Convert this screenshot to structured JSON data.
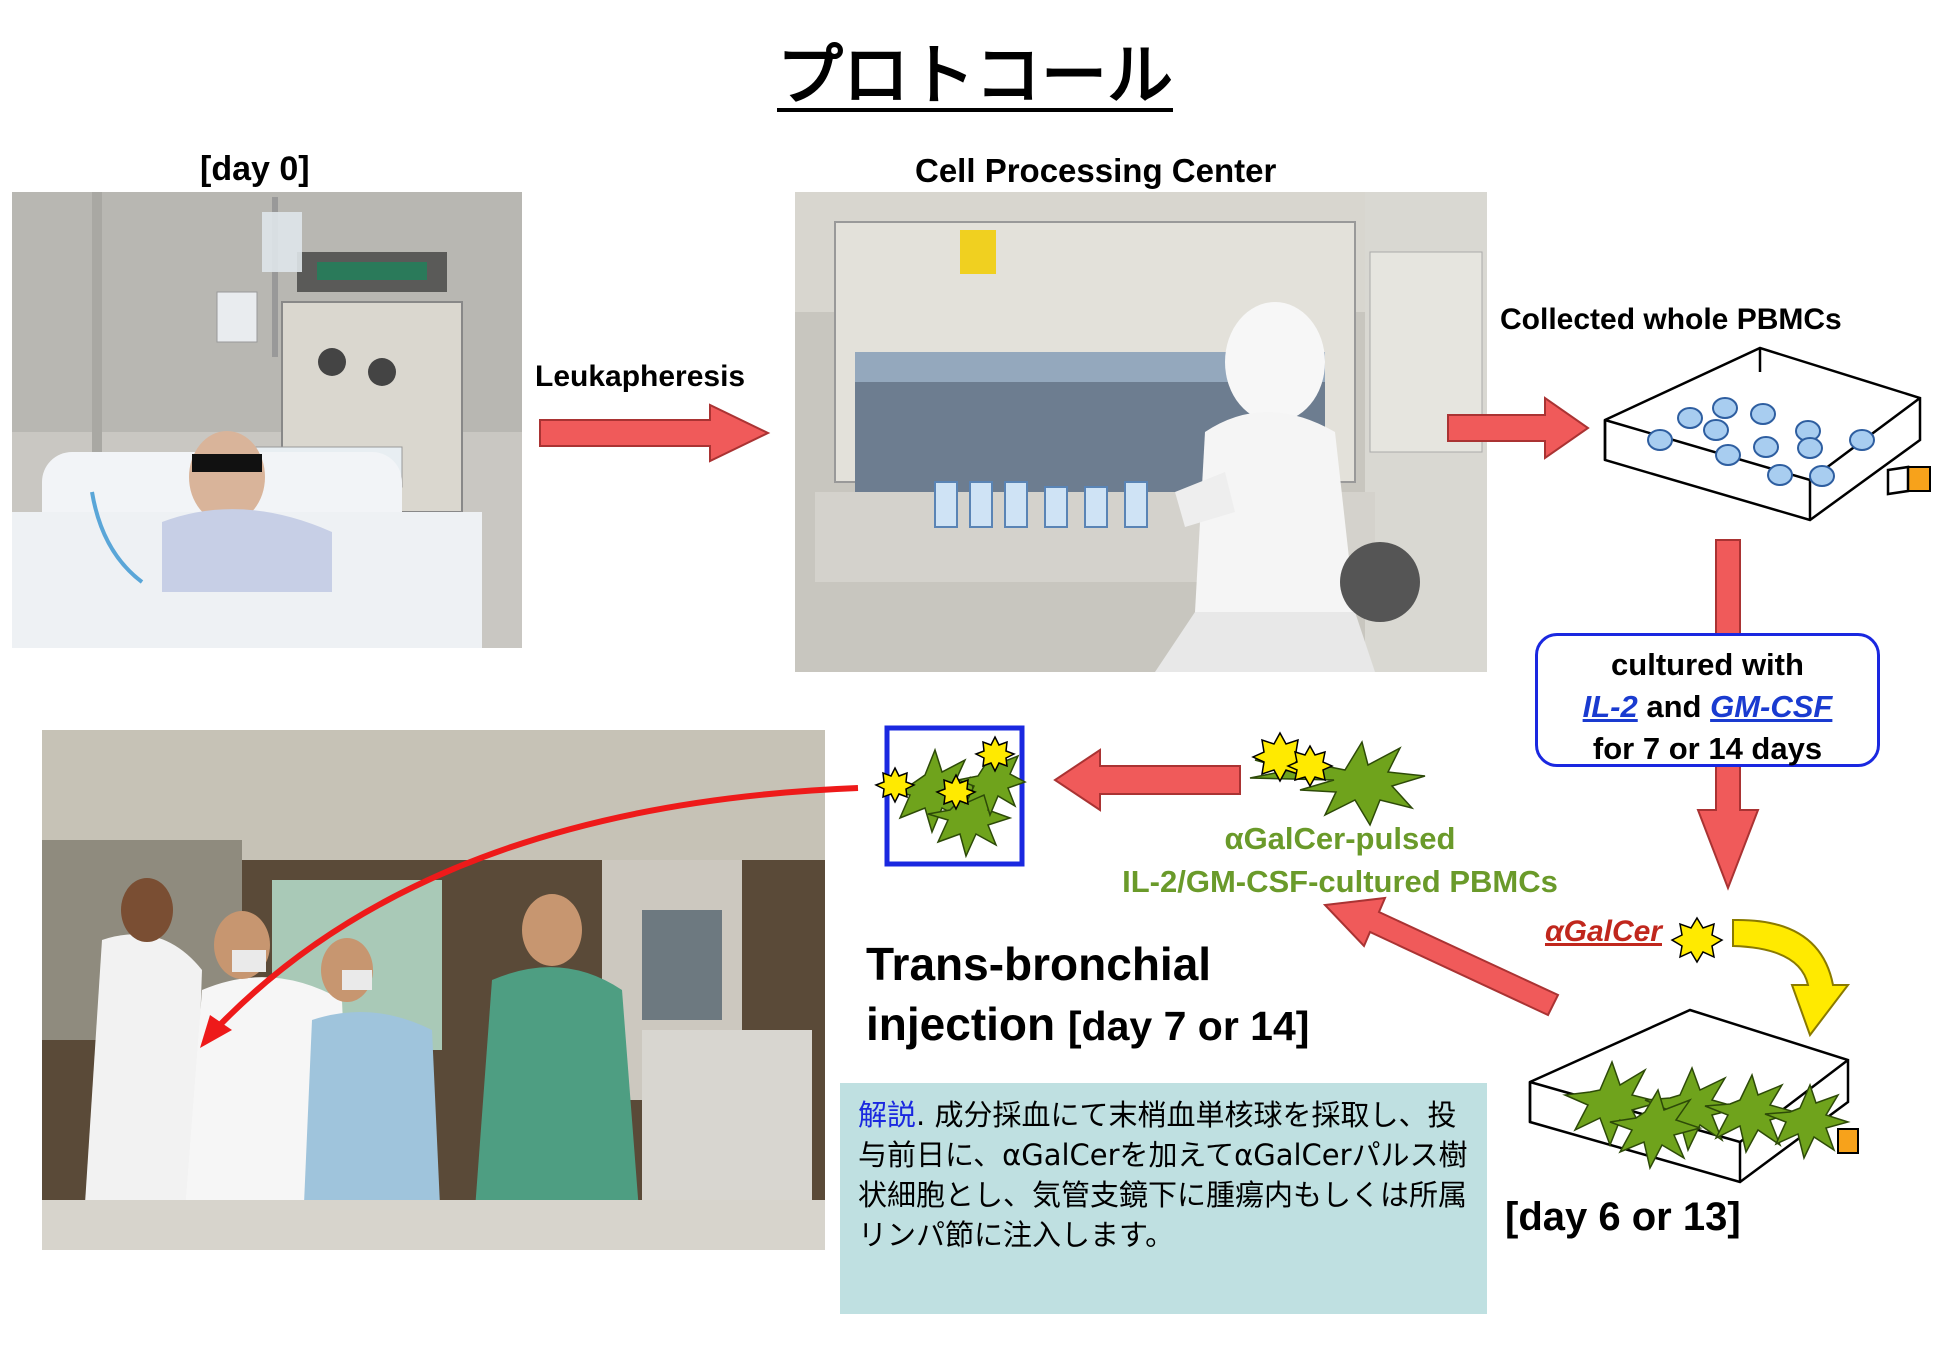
{
  "title": "プロトコール",
  "labels": {
    "day0": "[day 0]",
    "cpc": "Cell Processing Center",
    "leukapheresis": "Leukapheresis",
    "collected": "Collected whole PBMCs",
    "day_6_13": "[day 6 or 13]"
  },
  "culture": {
    "line1": "cultured with",
    "il2": "IL-2",
    "and": "and",
    "gmcsf": "GM-CSF",
    "line3": "for 7 or 14 days"
  },
  "agalcer_label": "αGalCer",
  "pulsed": {
    "line1": "αGalCer-pulsed",
    "line2": "IL-2/GM-CSF-cultured PBMCs"
  },
  "trans": {
    "line1": "Trans-bronchial",
    "line2_main": "injection",
    "line2_day": "[day 7 or 14]"
  },
  "explanation": {
    "keyword": "解説",
    "body": ". 成分採血にて末梢血単核球を採取し、投与前日に、αGalCerを加えてαGalCerパルス樹状細胞とし、気管支鏡下に腫瘍内もしくは所属リンパ節に注入します。"
  },
  "colors": {
    "arrow_red": "#f05a5a",
    "arrow_yellow": "#ffea00",
    "cell_green": "#6fa31c",
    "cell_blue": "#a8cdf0",
    "frame_blue": "#1a28e0",
    "text_green": "#6a9a2a",
    "note_bg": "#bfe0e1"
  }
}
